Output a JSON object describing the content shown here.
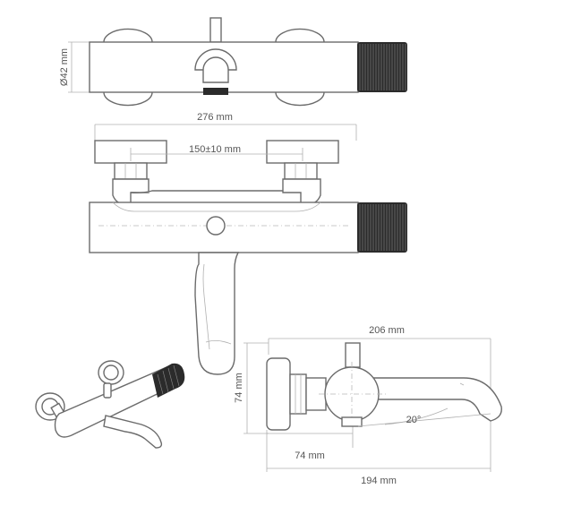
{
  "dimensions": {
    "diameter": "Ø42 mm",
    "total_width": "276 mm",
    "center_distance": "150±10 mm",
    "side_length": "206 mm",
    "height": "74 mm",
    "depth": "74 mm",
    "overall": "194 mm",
    "angle": "20°"
  },
  "colors": {
    "outline": "#6b6b6b",
    "dimension_line": "#b0b0b0",
    "handle": "#2b2b2b"
  }
}
